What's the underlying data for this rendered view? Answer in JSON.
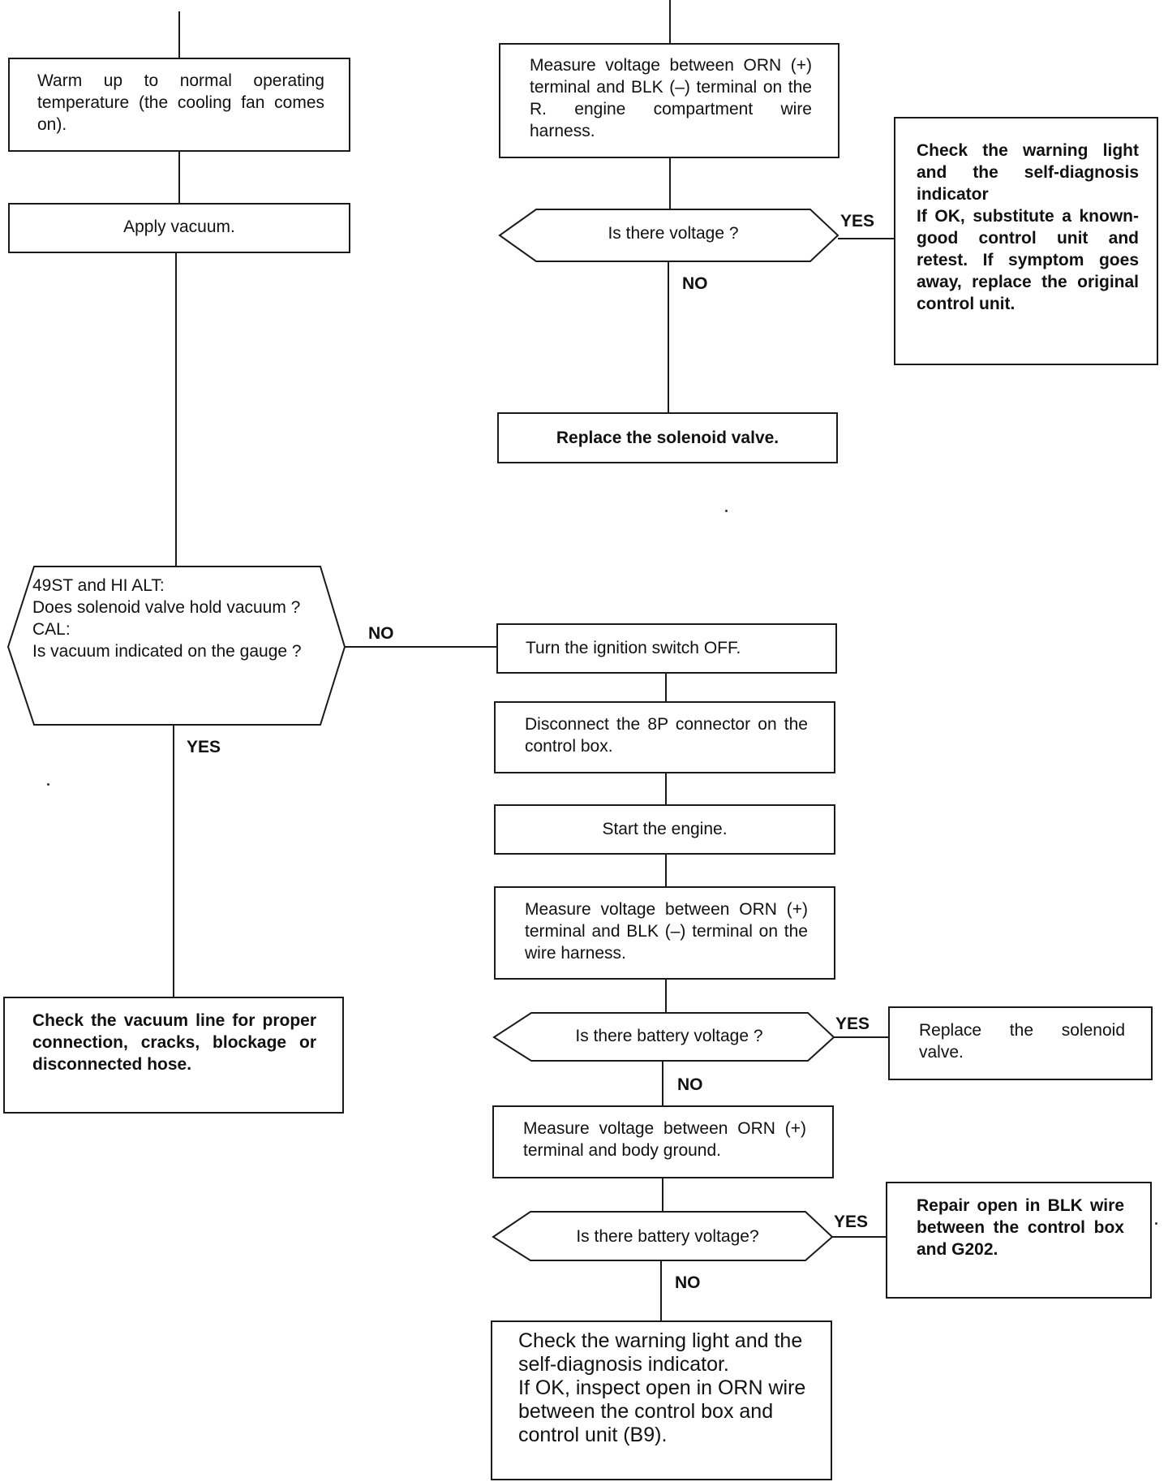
{
  "flowchart": {
    "left": {
      "warm_up": "Warm up to normal operating temperature (the cooling fan comes on).",
      "apply_vacuum": "Apply vacuum.",
      "hold_vacuum_question": "49ST and HI ALT:\nDoes solenoid valve hold vacuum ?\nCAL:\nIs vacuum indicated on the gauge ?",
      "check_vacuum_line": "Check the vacuum line for proper connection, cracks, blockage or disconnected hose."
    },
    "right_top": {
      "measure_voltage_engine": "Measure voltage between ORN (+) terminal and BLK (–) terminal on the R. engine compartment wire harness.",
      "is_there_voltage": "Is there voltage ?",
      "check_warning_light": "Check the warning light and the self-diagnosis indicator\nIf OK, substitute a known-good control unit and retest. If symptom goes away, replace the original control unit.",
      "replace_solenoid_top": "Replace the solenoid valve."
    },
    "right_bottom": {
      "ignition_off": "Turn the ignition switch OFF.",
      "disconnect_8p": "Disconnect the 8P connector on the control box.",
      "start_engine": "Start the engine.",
      "measure_voltage_harness": "Measure voltage between ORN (+) terminal and BLK (–) terminal on the wire harness.",
      "battery_voltage_q1": "Is there battery voltage ?",
      "replace_solenoid_bottom": "Replace the solenoid valve.",
      "measure_voltage_ground": "Measure voltage between ORN (+) terminal and body ground.",
      "battery_voltage_q2": "Is there battery voltage?",
      "repair_blk": "Repair open in BLK wire between the control box and G202.",
      "check_orn": "Check the warning light and the self-diagnosis indicator.\nIf OK, inspect open in ORN wire between the control box and control unit (B9)."
    },
    "labels": {
      "yes": "YES",
      "no": "NO"
    }
  },
  "colors": {
    "line": "#1a1a1a",
    "text": "#111111",
    "background": "#ffffff"
  }
}
